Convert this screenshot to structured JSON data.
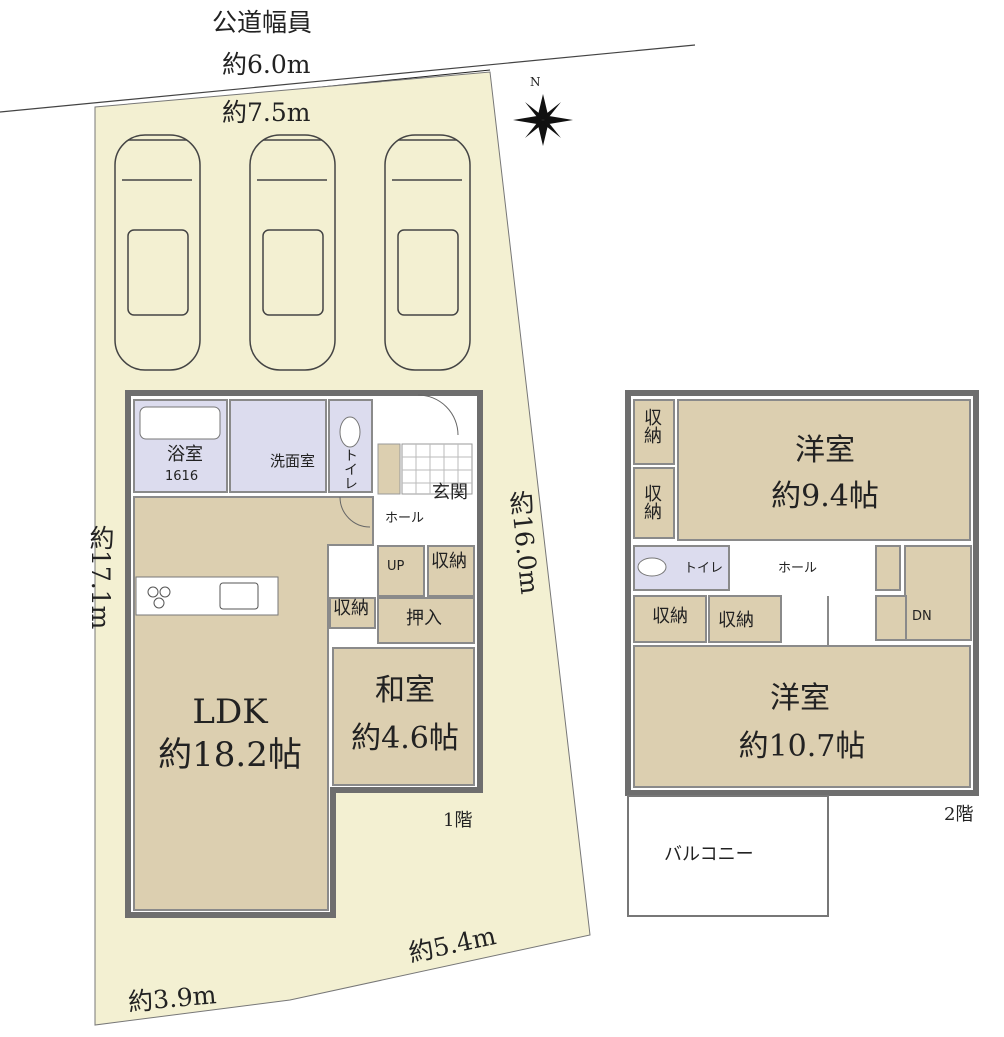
{
  "road": {
    "title": "公道幅員",
    "width": "約6.0m"
  },
  "compass": {
    "north_label": "N"
  },
  "site": {
    "front": "約7.5m",
    "left": "約17.1m",
    "right": "約16.0m",
    "rear_right": "約5.4m",
    "rear_left": "約3.9m"
  },
  "floor1": {
    "label": "1階",
    "ldk_name": "LDK",
    "ldk_size": "約18.2帖",
    "washitsu_name": "和室",
    "washitsu_size": "約4.6帖",
    "bath": "浴室",
    "bath_size": "1616",
    "washroom": "洗面室",
    "toilet": "トイレ",
    "entrance": "玄関",
    "hall": "ホール",
    "up": "UP",
    "storage": "収納",
    "storage2": "収納",
    "closet": "押入"
  },
  "floor2": {
    "label": "2階",
    "room1_name": "洋室",
    "room1_size": "約9.4帖",
    "room2_name": "洋室",
    "room2_size": "約10.7帖",
    "toilet": "トイレ",
    "hall": "ホール",
    "dn": "DN",
    "storage_a": "収納",
    "storage_b": "収納",
    "storage_c": "収納",
    "storage_d": "収納",
    "balcony": "バルコニー"
  },
  "colors": {
    "site": "#f3f0d2",
    "room": "#dccfb0",
    "wet": "#dcdcee",
    "wall": "#6e6e6e",
    "line": "#555555"
  }
}
